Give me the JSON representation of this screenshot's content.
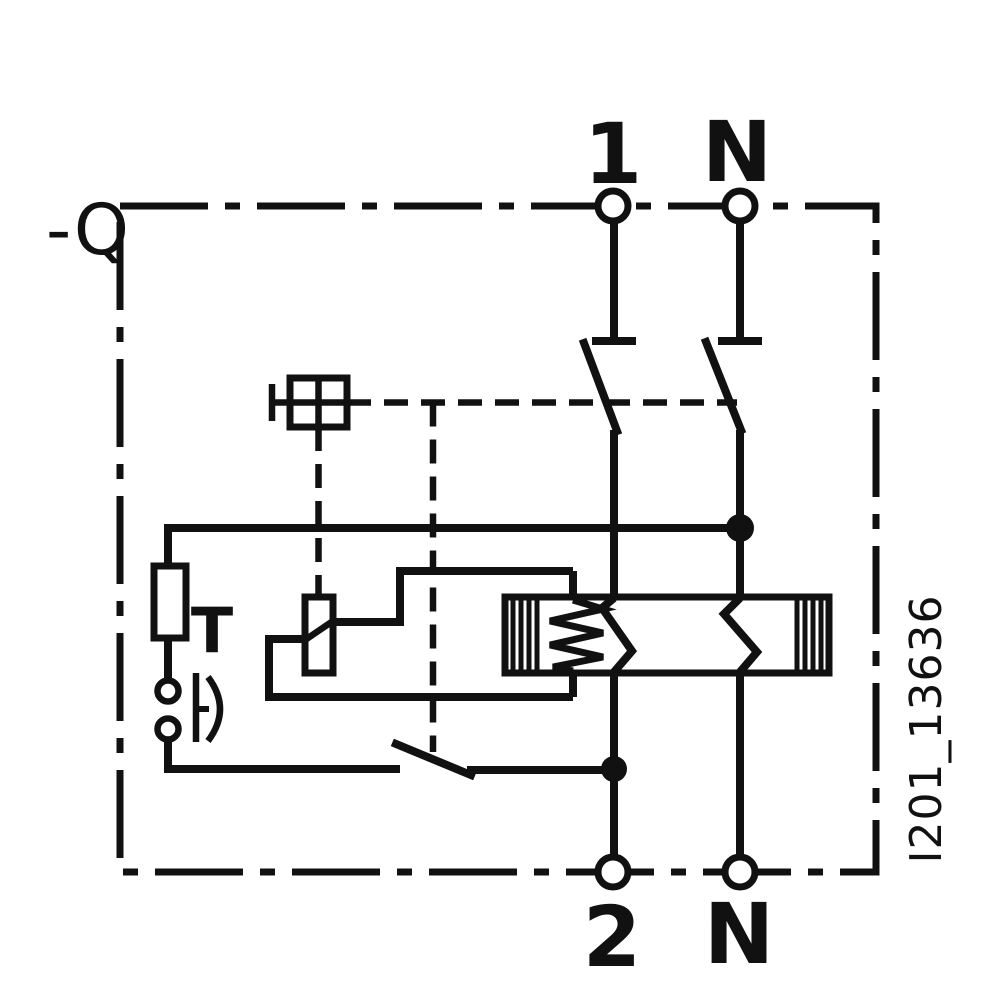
{
  "page": {
    "background": "#ffffff",
    "line_color": "#111111",
    "description": "Residual current device (RCD) wiring schematic, 2-pole"
  },
  "labels": {
    "device_designation": "-Q",
    "terminal_top_left": "1",
    "terminal_top_right": "N",
    "terminal_bottom_left": "2",
    "terminal_bottom_right": "N",
    "test_button": "T",
    "reference_code": "I201_13636"
  },
  "symbols": {
    "enclosure": "dash-dot-boundary-box",
    "main_contacts": "two-pole-switch-contacts",
    "operating_head": "four-pane-crossed-box",
    "trip_coil": "relay-coil-with-diagonal",
    "sensor": "summation-current-transformer-core",
    "secondary_winding": "zigzag-winding",
    "test_branch": "resistor-and-pushbutton-contact",
    "junctions": "solid-connection-dots",
    "terminals": "open-circle-terminals"
  }
}
